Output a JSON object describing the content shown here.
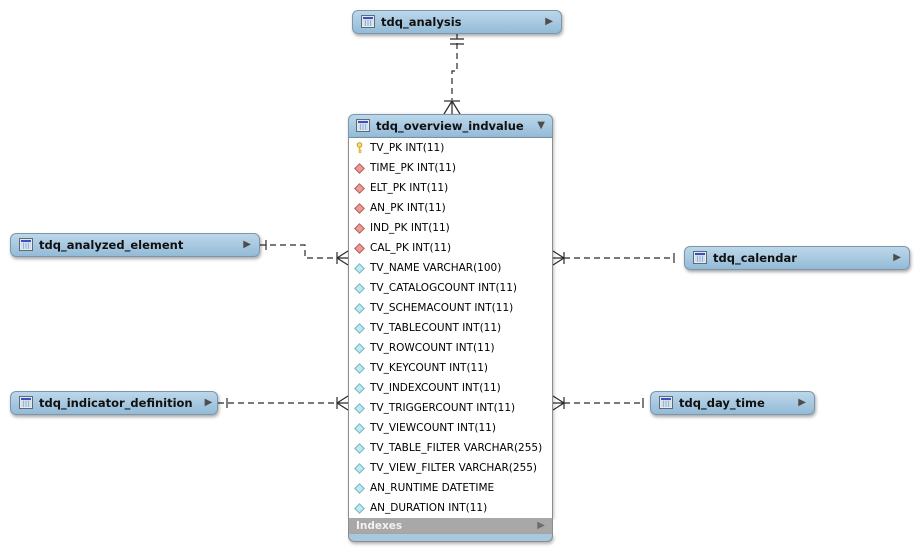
{
  "diagram_type": "entity-relationship",
  "colors": {
    "table_header_blue_top": "#bdd7ea",
    "table_header_blue_bottom": "#93bbd7",
    "indexes_footer_gray": "#a8a8a8",
    "primary_key_gold": "#ffe066",
    "foreign_key_red": "#ec9b94",
    "column_cyan": "#b9e9f2",
    "connector_dark": "#2a2a2a"
  },
  "main_table": {
    "name": "tdq_overview_indvalue",
    "state": "expanded",
    "footer_label": "Indexes",
    "columns": [
      {
        "name": "TV_PK",
        "type": "INT(11)",
        "key": "pk"
      },
      {
        "name": "TIME_PK",
        "type": "INT(11)",
        "key": "fk"
      },
      {
        "name": "ELT_PK",
        "type": "INT(11)",
        "key": "fk"
      },
      {
        "name": "AN_PK",
        "type": "INT(11)",
        "key": "fk"
      },
      {
        "name": "IND_PK",
        "type": "INT(11)",
        "key": "fk"
      },
      {
        "name": "CAL_PK",
        "type": "INT(11)",
        "key": "fk"
      },
      {
        "name": "TV_NAME",
        "type": "VARCHAR(100)",
        "key": "col"
      },
      {
        "name": "TV_CATALOGCOUNT",
        "type": "INT(11)",
        "key": "col"
      },
      {
        "name": "TV_SCHEMACOUNT",
        "type": "INT(11)",
        "key": "col"
      },
      {
        "name": "TV_TABLECOUNT",
        "type": "INT(11)",
        "key": "col"
      },
      {
        "name": "TV_ROWCOUNT",
        "type": "INT(11)",
        "key": "col"
      },
      {
        "name": "TV_KEYCOUNT",
        "type": "INT(11)",
        "key": "col"
      },
      {
        "name": "TV_INDEXCOUNT",
        "type": "INT(11)",
        "key": "col"
      },
      {
        "name": "TV_TRIGGERCOUNT",
        "type": "INT(11)",
        "key": "col"
      },
      {
        "name": "TV_VIEWCOUNT",
        "type": "INT(11)",
        "key": "col"
      },
      {
        "name": "TV_TABLE_FILTER",
        "type": "VARCHAR(255)",
        "key": "col"
      },
      {
        "name": "TV_VIEW_FILTER",
        "type": "VARCHAR(255)",
        "key": "col"
      },
      {
        "name": "AN_RUNTIME",
        "type": "DATETIME",
        "key": "col"
      },
      {
        "name": "AN_DURATION",
        "type": "INT(11)",
        "key": "col"
      }
    ]
  },
  "related_tables": {
    "analysis": {
      "name": "tdq_analysis",
      "state": "collapsed",
      "position": "top"
    },
    "analyzed_element": {
      "name": "tdq_analyzed_element",
      "state": "collapsed",
      "position": "left"
    },
    "indicator_definition": {
      "name": "tdq_indicator_definition",
      "state": "collapsed",
      "position": "bottom-left"
    },
    "calendar": {
      "name": "tdq_calendar",
      "state": "collapsed",
      "position": "right"
    },
    "day_time": {
      "name": "tdq_day_time",
      "state": "collapsed",
      "position": "bottom-right"
    }
  },
  "relationships": [
    {
      "source": "tdq_analysis",
      "target": "tdq_overview_indvalue",
      "source_marker": "exactly-one",
      "target_marker": "many",
      "line_style": "dashed"
    },
    {
      "source": "tdq_analyzed_element",
      "target": "tdq_overview_indvalue",
      "source_marker": "one",
      "target_marker": "one-to-many",
      "line_style": "dashed"
    },
    {
      "source": "tdq_indicator_definition",
      "target": "tdq_overview_indvalue",
      "source_marker": "one",
      "target_marker": "one-to-many",
      "line_style": "dashed"
    },
    {
      "source": "tdq_calendar",
      "target": "tdq_overview_indvalue",
      "source_marker": "one",
      "target_marker": "one-to-many",
      "line_style": "dashed"
    },
    {
      "source": "tdq_day_time",
      "target": "tdq_overview_indvalue",
      "source_marker": "one",
      "target_marker": "one-to-many",
      "line_style": "dashed"
    }
  ]
}
